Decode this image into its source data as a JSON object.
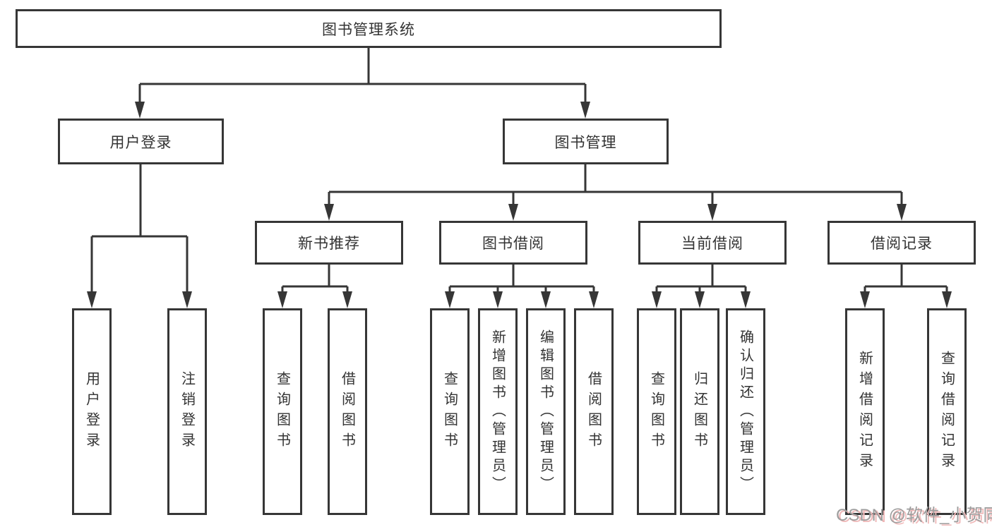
{
  "tree": {
    "root": {
      "label": "图书管理系统"
    },
    "branches": [
      {
        "label": "用户登录",
        "children": [
          {
            "label": "用户登录"
          },
          {
            "label": "注销登录"
          }
        ]
      },
      {
        "label": "图书管理",
        "children": [
          {
            "label": "新书推荐",
            "children": [
              {
                "label": "查询图书"
              },
              {
                "label": "借阅图书"
              }
            ]
          },
          {
            "label": "图书借阅",
            "children": [
              {
                "label": "查询图书"
              },
              {
                "label": "新增图书（管理员）"
              },
              {
                "label": "编辑图书（管理员）"
              },
              {
                "label": "借阅图书"
              }
            ]
          },
          {
            "label": "当前借阅",
            "children": [
              {
                "label": "查询图书"
              },
              {
                "label": "归还图书"
              },
              {
                "label": "确认归还（管理员）"
              }
            ]
          },
          {
            "label": "借阅记录",
            "children": [
              {
                "label": "新增借阅记录"
              },
              {
                "label": "查询借阅记录"
              }
            ]
          }
        ]
      }
    ]
  },
  "watermark": {
    "text": "CSDN @软件_小贺同学"
  },
  "colors": {
    "line": "#363636",
    "text": "#333333",
    "background": "#ffffff",
    "watermark_gray": "#9d9d9d",
    "watermark_red": "#f0b9b9"
  }
}
